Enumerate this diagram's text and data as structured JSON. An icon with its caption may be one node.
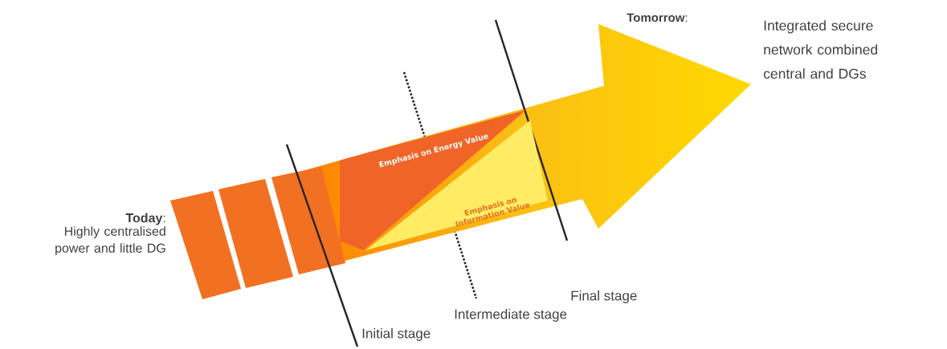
{
  "diagram": {
    "nodes": [
      {
        "text": [
          "Emphasis on Energy Value"
        ]
      },
      {
        "text": [
          "Emphasis on Information Value"
        ]
      }
    ],
    "labels": [
      "**Tomorrow**:",
      "Integrated secure network combined central and DGs",
      "**Today**:",
      "Highly centralised power and little DG",
      "Final stage",
      "Intermediate stage",
      "Initial stage"
    ]
  }
}
